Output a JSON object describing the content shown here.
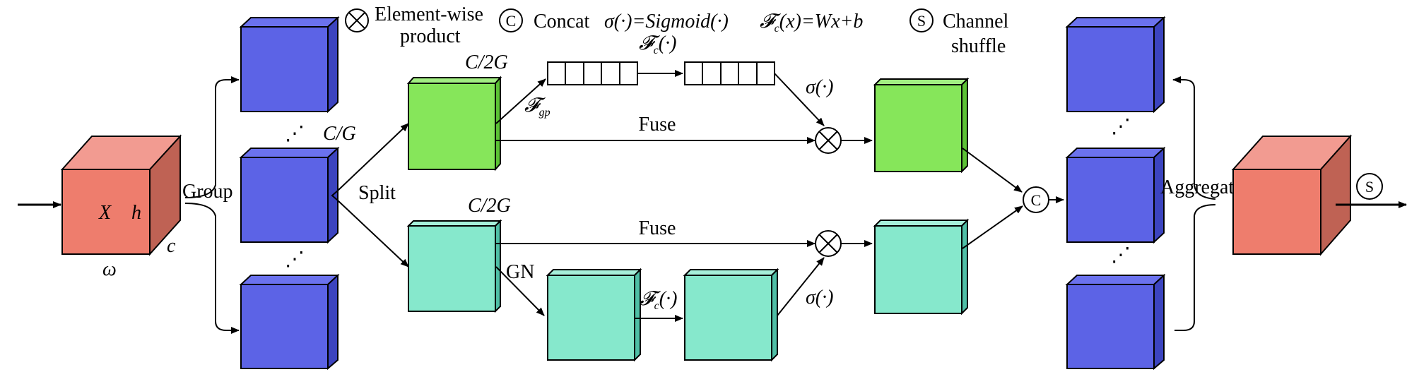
{
  "legend": {
    "product_label_1": "Element-wise",
    "product_label_2": "product",
    "concat_symbol": "C",
    "concat_label": "Concat",
    "sigmoid_def": "σ(·)=Sigmoid(·)",
    "fc_def_lhs": "𝓕",
    "fc_def_sub": "c",
    "fc_def_rhs": "(x)=Wx+b",
    "shuffle_symbol": "S",
    "shuffle_label_1": "Channel",
    "shuffle_label_2": "shuffle"
  },
  "input": {
    "x_label": "X",
    "h_label": "h",
    "c_label": "c",
    "w_label": "ω",
    "group_label": "Group"
  },
  "groups": {
    "dims_label": "C/G",
    "dots": "⋰"
  },
  "split_label": "Split",
  "top_branch": {
    "dims_label": "C/2G",
    "fgp_main": "𝓕",
    "fgp_sub": "gp",
    "fc_main": "𝓕",
    "fc_sub": "c",
    "fc_arg": "(·)",
    "sigma_label": "σ(·)",
    "fuse_label": "Fuse"
  },
  "bottom_branch": {
    "dims_label": "C/2G",
    "gn_label": "GN",
    "fc_main": "𝓕",
    "fc_sub": "c",
    "fc_arg": "(·)",
    "sigma_label": "σ(·)",
    "fuse_label": "Fuse"
  },
  "concat_node": "C",
  "aggregate_label": "Aggregate",
  "shuffle_node": "S",
  "colors": {
    "input_front": "#ee7d6d",
    "input_top": "#f29b91",
    "input_side": "#bf6254",
    "blue_front": "#5c63e6",
    "blue_top": "#6b72ee",
    "blue_side": "#3c44bf",
    "green_front": "#86e65a",
    "green_side": "#5cc235",
    "teal_front": "#86e8cc",
    "teal_side": "#4fbfa6"
  }
}
